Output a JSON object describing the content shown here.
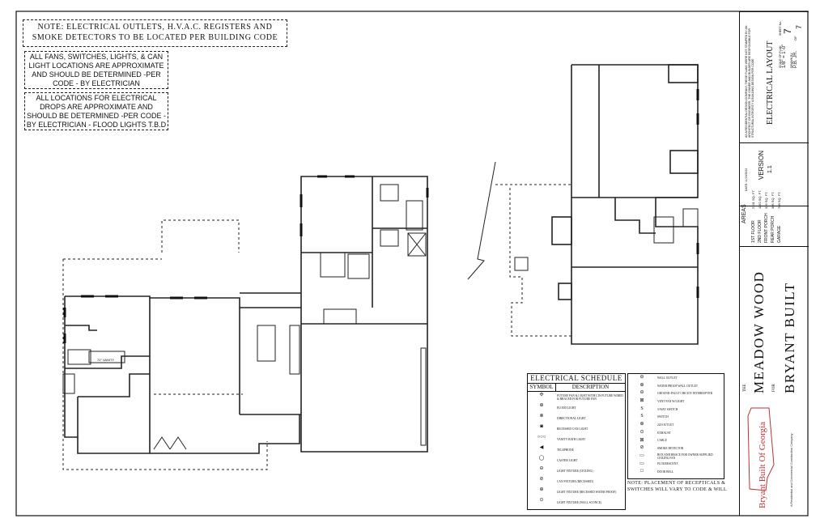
{
  "notes": {
    "note1": "NOTE:  ELECTRICAL OUTLETS, H.V.A.C. REGISTERS AND SMOKE DETECTORS TO BE LOCATED PER BUILDING CODE",
    "note2": "ALL FANS, SWITCHES, LIGHTS, & CAN LIGHT LOCATIONS ARE APPROXIMATE AND SHOULD BE DETERMINED -PER CODE - BY ELECTRICIAN",
    "note3": "ALL LOCATIONS FOR ELECTRICAL DROPS ARE APPROXIMATE AND SHOULD BE DETERMINED -PER CODE - BY ELECTRICIAN - FLOOD LIGHTS T.B.D"
  },
  "plan_labels": {
    "vanity": "72\" VANITY"
  },
  "schedule": {
    "title": "ELECTRICAL SCHEDULE",
    "col_symbol": "SYMBOL",
    "col_description": "DESCRIPTION",
    "items": [
      {
        "sym": "✣",
        "desc": "FUTURE FAN & LIGHT WITH LTS FUTURE WIRED & BRACED FOR FUTURE FAN"
      },
      {
        "sym": "⊕",
        "desc": "FLOOD LIGHT"
      },
      {
        "sym": "⊗",
        "desc": "DIRECTIONAL LIGHT"
      },
      {
        "sym": "◙",
        "desc": "RECESSED CAN LIGHT"
      },
      {
        "sym": "○○○",
        "desc": "VANITY BATH LIGHT"
      },
      {
        "sym": "◀",
        "desc": "TELEPHONE"
      },
      {
        "sym": "◯",
        "desc": "CASTER LIGHT"
      },
      {
        "sym": "⊖",
        "desc": "LIGHT FIXTURE (CEILING)"
      },
      {
        "sym": "⊘",
        "desc": "CAN FIXTURE (RECESSED)"
      },
      {
        "sym": "⊕",
        "desc": "LIGHT FIXTURE (RECESSED WATER PROOF)"
      },
      {
        "sym": "⊙",
        "desc": "LIGHT FIXTURE (WALL SCONCE)"
      }
    ],
    "items2": [
      {
        "sym": "⊖",
        "desc": "WALL OUTLET"
      },
      {
        "sym": "⊕",
        "desc": "WATER PROOF WALL OUTLET"
      },
      {
        "sym": "⊖",
        "desc": "GROUND-FAULT CIRCUIT-INTERRUPTER"
      },
      {
        "sym": "⊠",
        "desc": "VENT FAN W/LIGHT"
      },
      {
        "sym": "S",
        "desc": "3-WAY SWITCH"
      },
      {
        "sym": "S",
        "desc": "SWITCH"
      },
      {
        "sym": "⊕",
        "desc": "220 OUTLET"
      },
      {
        "sym": "⊙",
        "desc": "EXHAUST"
      },
      {
        "sym": "⊠",
        "desc": "CABLE"
      },
      {
        "sym": "⊘",
        "desc": "SMOKE DETECTOR"
      },
      {
        "sym": "▭",
        "desc": "BOX AND BRACE FOR OWNER SUPPLIED CEILING FAN"
      },
      {
        "sym": "▭",
        "desc": "FLOURESCENT"
      },
      {
        "sym": "□",
        "desc": "DOOR BELL"
      }
    ],
    "note": "NOTE: PLACEMENT OF RECEPTICALS & SWITCHES WILL VARY TO CODE & WILL"
  },
  "title_block": {
    "sheet_label": "SHEET No.",
    "sheet_no": "7",
    "page_no": "7",
    "of_label": "OF",
    "sheet_title": "ELECTRICAL LAYOUT",
    "scale_label": "SCALE OF PLAN",
    "scale": "1/8\" = 1'-0\"",
    "drawn_label": "DRAWN BY",
    "drawn": "P.B. JR.",
    "version_label": "VERSION",
    "version": "1.1",
    "date": "DATE: 11/16/2022",
    "areas_title": "AREAS",
    "areas": [
      {
        "name": "1ST FLOOR",
        "value": "2331 SQ. FT."
      },
      {
        "name": "2ND FLOOR",
        "value": "1150 SQ. FT."
      },
      {
        "name": "FRONT PORCH",
        "value": "326 SQ. FT."
      },
      {
        "name": "REAR PORCH",
        "value": "305 SQ. FT."
      },
      {
        "name": "GARAGE",
        "value": "708 SQ. FT."
      }
    ],
    "the_label": "THE",
    "project_name": "MEADOW WOOD",
    "for_label": "FOR",
    "builder_name": "BRYANT BUILT",
    "logo_text": "Bryant Built Of Georgia",
    "logo_tagline": "A Residential and Commercial Construction Company",
    "disclaimer": "AS A RESIDENTIAL DESIGN COMPANY, THESE PLANS WERE NOT STAMPED BY AN ARCHITECT OR ENGINEER. THE OWNER AND BUILDER ARE RESPONSIBLE FOR STRUCTURAL INTEGRITY & BUILDING DESIGN PER CODE"
  }
}
